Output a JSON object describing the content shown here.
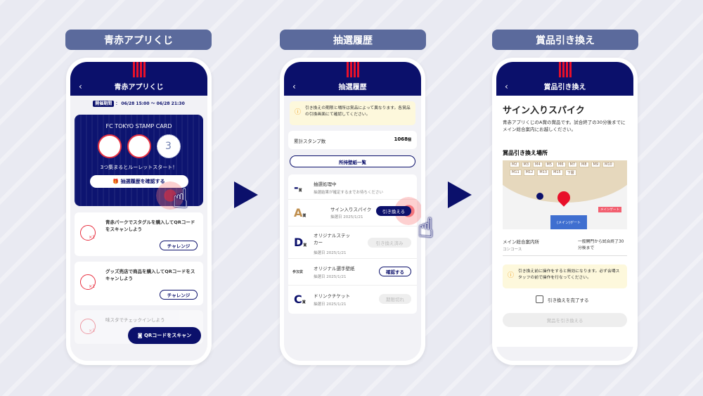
{
  "steps": [
    "青赤アプリくじ",
    "抽選履歴",
    "賞品引き換え"
  ],
  "screen1": {
    "title": "青赤アプリくじ",
    "period_badge": "開催期間",
    "period": "： 06/28 15:00 ～ 06/28 21:30",
    "card_title": "FC TOKYO STAMP CARD",
    "remaining_stamp": "3",
    "card_message": "3つ集まるとルーレットスタート！",
    "history_button": "抽選履歴を確認する",
    "missions": [
      {
        "text": "青赤パークでスタグルを購入してQRコードをスキャンしよう",
        "count": "×1",
        "button": "チャレンジ"
      },
      {
        "text": "グッズ売店で商品を購入してQRコードをスキャンしよう",
        "count": "×1",
        "button": "チャレンジ"
      },
      {
        "text": "味スタでチェックインしよう",
        "count": "×3"
      }
    ],
    "scan_button": "QRコードをスキャン"
  },
  "screen2": {
    "title": "抽選履歴",
    "notice": "引き換えの期限と場所は賞品によって異なります。各賞品の引換画面にて確認してください。",
    "stamp_label": "累計スタンプ数",
    "stamp_count": "1068",
    "stamp_unit": "個",
    "wallpaper_button": "所持壁紙一覧",
    "prize_suffix": "賞",
    "items": [
      {
        "grade": "-",
        "name": "抽選処理中",
        "sub": "抽選結果が確定するまでお待ちください"
      },
      {
        "grade": "A",
        "name": "サイン入りスパイク",
        "sub": "抽選日 2025/1/21",
        "button": "引き換える"
      },
      {
        "grade": "D",
        "name": "オリジナルステッカー",
        "sub": "抽選日 2025/1/21",
        "button": "引き換え済み"
      },
      {
        "grade": "参加賞",
        "name": "オリジナル選手壁紙",
        "sub": "抽選日 2025/1/21",
        "button": "確認する"
      },
      {
        "grade": "C",
        "name": "ドリンクチケット",
        "sub": "抽選日 2025/1/21",
        "button": "期限切れ"
      }
    ]
  },
  "screen3": {
    "title": "賞品引き換え",
    "prize": "サイン入りスパイク",
    "desc": "青赤アプリくじのA賞の賞品です。試合終了の30分後までにメイン総合案内にお越しください。",
    "location_heading": "賞品引き換え場所",
    "map_labels": [
      "M2",
      "M3",
      "M4",
      "M5",
      "M6",
      "M7",
      "M8",
      "M9",
      "M10",
      "M11",
      "M12",
      "M13",
      "M15",
      "下層",
      "メインゲート"
    ],
    "map_gate": "(メイン)ゲート",
    "place": "メイン総合案内所",
    "place_sub": "コンコース",
    "hours": "一般開門から試合終了30分後まで",
    "warning": "引き換え前に操作をすると無効になります。必ず会場スタッフの前で操作を行なってください。",
    "checkbox_label": "引き換えを完了する",
    "submit": "賞品を引き換える"
  }
}
